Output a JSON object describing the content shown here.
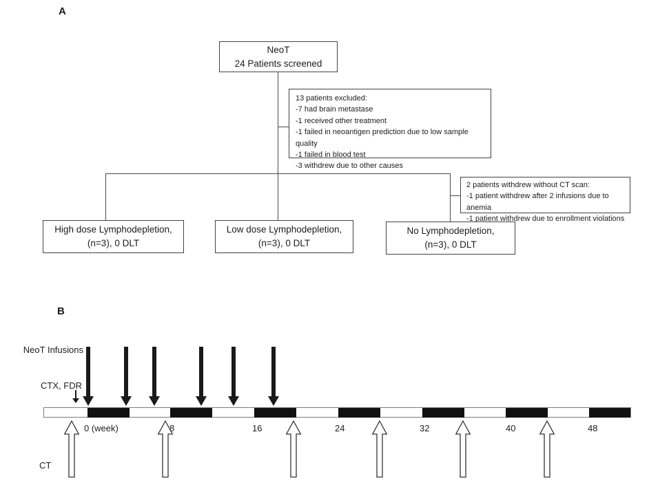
{
  "figure": {
    "panel_a_label": "A",
    "panel_b_label": "B"
  },
  "panel_a": {
    "screening_box": {
      "lines": [
        "NeoT",
        "24 Patients screened"
      ]
    },
    "excluded_box": {
      "lines": [
        "13 patients excluded:",
        "-7 had brain metastase",
        "-1 received other treatment",
        "-1 failed in neoantigen prediction due to low sample quality",
        "-1 failed in blood test",
        "-3 withdrew due to other causes"
      ]
    },
    "withdraw_box": {
      "lines": [
        "2 patients withdrew without CT scan:",
        "-1 patient withdrew after 2 infusions due to anemia",
        "-1 patient withdrew due to enrollment violations"
      ]
    },
    "arm_boxes": [
      {
        "lines": [
          "High dose Lymphodepletion,",
          "(n=3), 0 DLT"
        ]
      },
      {
        "lines": [
          "Low dose Lymphodepletion,",
          "(n=3), 0 DLT"
        ]
      },
      {
        "lines": [
          "No Lymphodepletion,",
          "(n=3), 0 DLT"
        ]
      }
    ]
  },
  "panel_b": {
    "neot_infusions_label": "NeoT Infusions",
    "ctx_fdr_label": "CTX, FDR",
    "ct_label": "CT",
    "week_axis_labels": [
      "0 (week)",
      "8",
      "16",
      "24",
      "32",
      "40",
      "48"
    ],
    "infusion_arrow_count": 6,
    "ct_scan_arrow_count": 6,
    "timeline_segment_weeks": 4
  },
  "colors": {
    "arrow_fill": "#1a1a1a",
    "box_border": "#424242",
    "timeline_black_segment": "#111111",
    "timeline_bar_border": "#7b7b7b",
    "background": "#ffffff"
  }
}
